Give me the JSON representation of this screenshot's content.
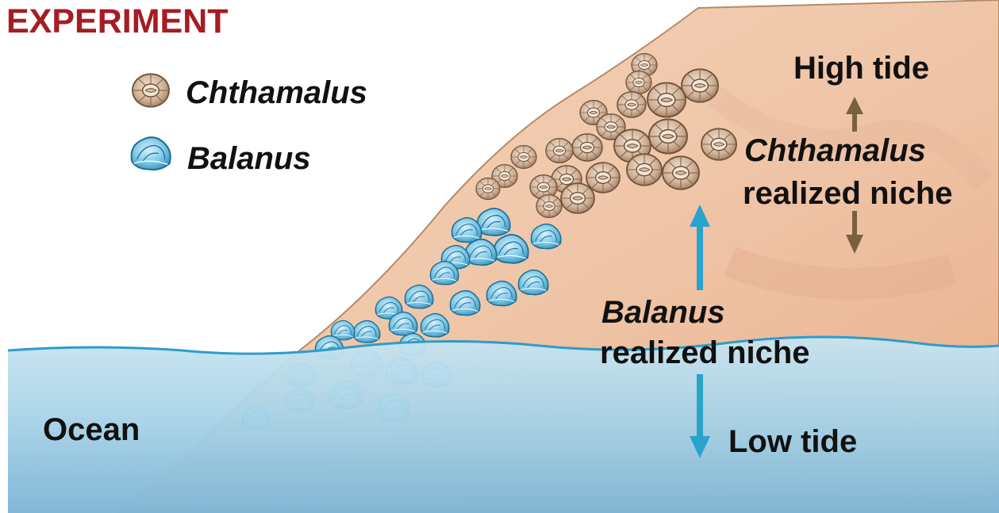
{
  "heading": "EXPERIMENT",
  "legend": {
    "items": [
      {
        "label": "Chthamalus",
        "icon": "chthamalus-barnacle-icon"
      },
      {
        "label": "Balanus",
        "icon": "balanus-barnacle-icon"
      }
    ]
  },
  "labels": {
    "high_tide": "High tide",
    "low_tide": "Low tide",
    "ocean": "Ocean",
    "chthamalus_niche": {
      "species": "Chthamalus",
      "text": "realized niche"
    },
    "balanus_niche": {
      "species": "Balanus",
      "text": "realized niche"
    }
  },
  "colors": {
    "heading": "#a51d22",
    "rock": "#efc3a3",
    "rock_edge": "#b58a67",
    "ocean": "#8ec5df",
    "waterline": "#2f9cc9",
    "chthamalus": "#c7a78c",
    "chthamalus_edge": "#6e5139",
    "balanus": "#74c3e3",
    "balanus_edge": "#1d6f96",
    "chthamalus_arrow": "#7a6040",
    "balanus_arrow": "#2aa3cc"
  }
}
